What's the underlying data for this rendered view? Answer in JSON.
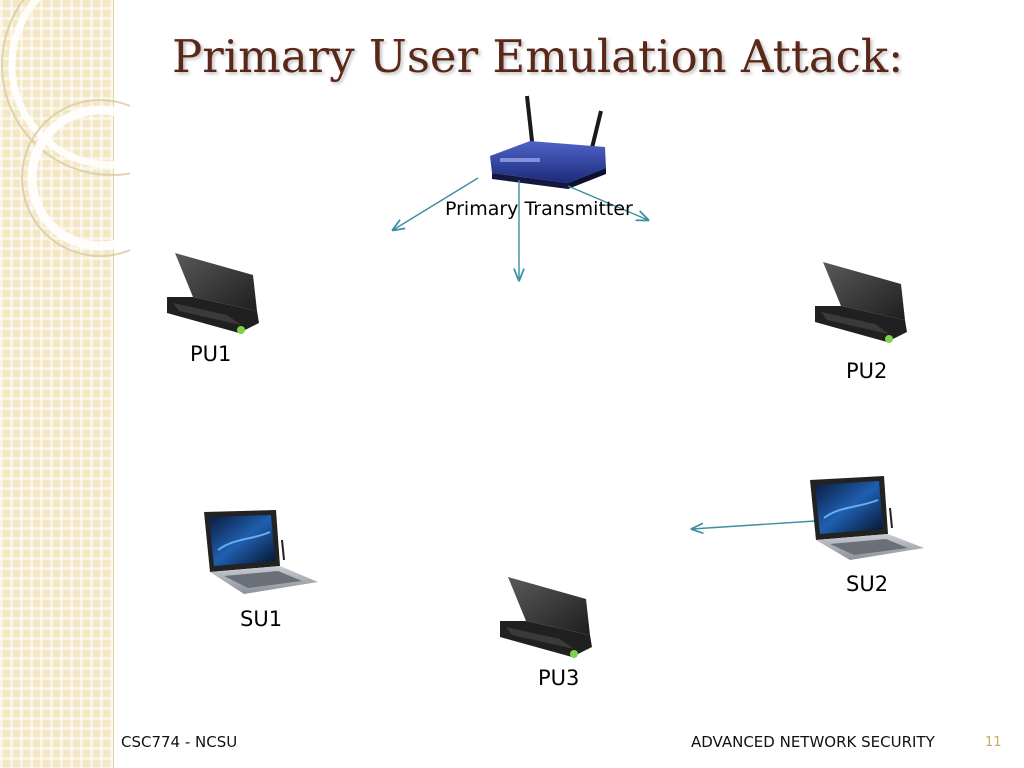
{
  "slide": {
    "title": "Primary User Emulation Attack:",
    "footer_left": "CSC774  - NCSU",
    "footer_right": "ADVANCED NETWORK SECURITY",
    "page_number": "11"
  },
  "diagram": {
    "nodes": [
      {
        "id": "primary-transmitter",
        "icon": "router-icon",
        "label": "Primary Transmitter"
      },
      {
        "id": "pu1",
        "icon": "laptop-icon",
        "label": "PU1"
      },
      {
        "id": "pu2",
        "icon": "laptop-icon",
        "label": "PU2"
      },
      {
        "id": "pu3",
        "icon": "laptop-icon",
        "label": "PU3"
      },
      {
        "id": "su1",
        "icon": "laptop-open-icon",
        "label": "SU1"
      },
      {
        "id": "su2",
        "icon": "laptop-open-icon",
        "label": "SU2"
      }
    ],
    "arrows": [
      {
        "from": "primary-transmitter",
        "direction": "down-left"
      },
      {
        "from": "primary-transmitter",
        "direction": "down"
      },
      {
        "from": "primary-transmitter",
        "direction": "down-right"
      },
      {
        "from": "su2",
        "direction": "left"
      }
    ],
    "arrow_color": "#3a8fa0"
  }
}
